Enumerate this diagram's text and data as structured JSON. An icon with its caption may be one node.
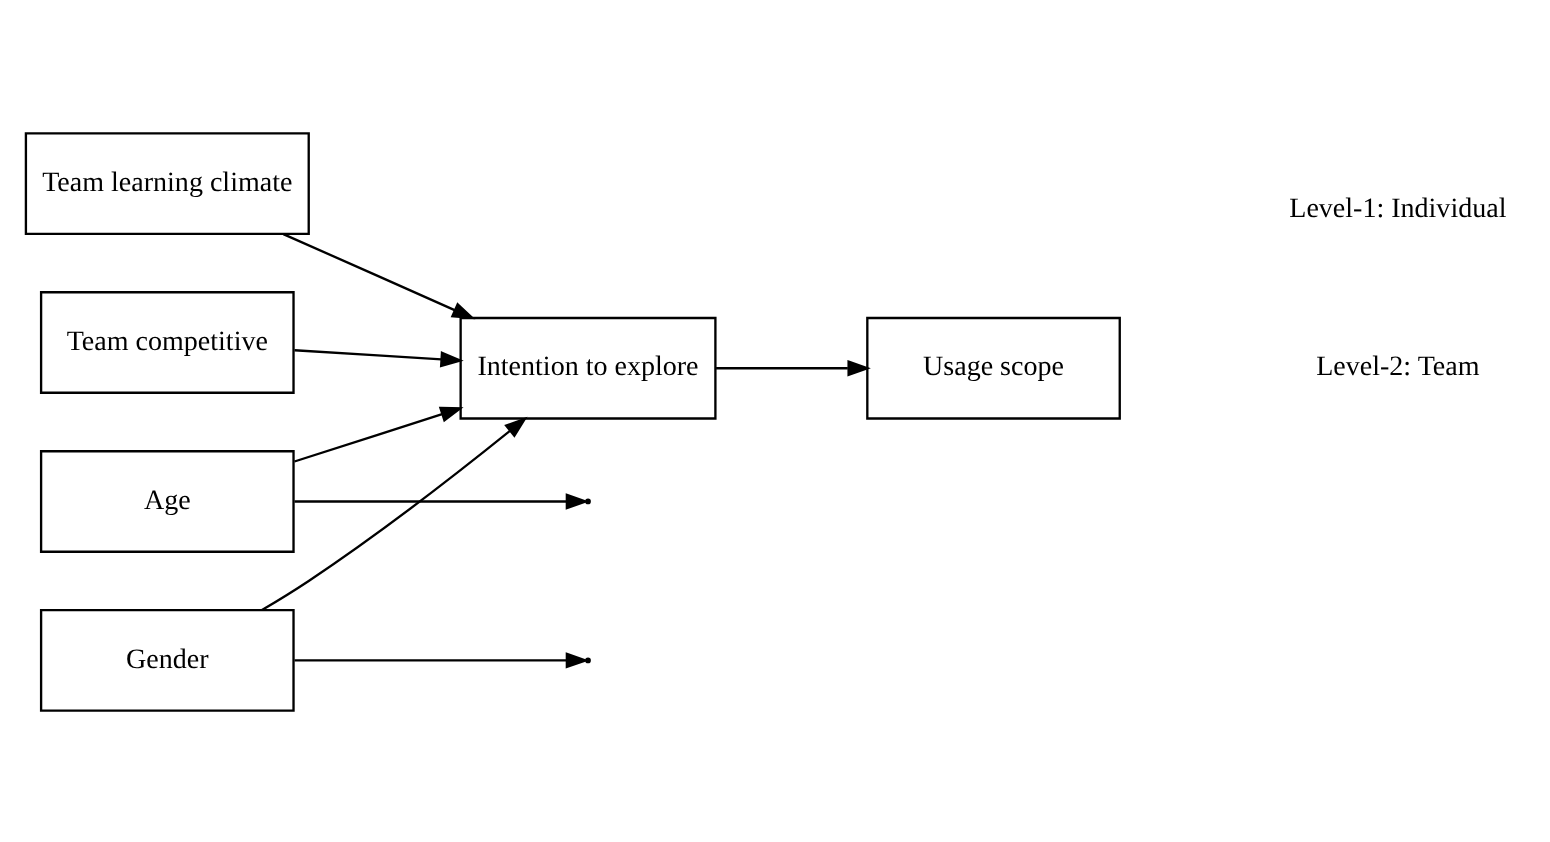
{
  "diagram": {
    "nodes": [
      {
        "text": [
          "Team learning climate"
        ]
      },
      {
        "text": [
          "Team competitive"
        ]
      },
      {
        "text": [
          "Age"
        ]
      },
      {
        "text": [
          "Gender"
        ]
      },
      {
        "text": [
          "Intention to explore"
        ]
      },
      {
        "text": [
          "Usage scope"
        ]
      }
    ],
    "edges": [
      {
        "from": 0,
        "to": 4,
        "arrow": "to"
      },
      {
        "from": 1,
        "to": 4,
        "arrow": "to"
      },
      {
        "from": 2,
        "to": 4,
        "arrow": "to"
      },
      {
        "from": 3,
        "to": 4,
        "arrow": "to"
      },
      {
        "from": 2,
        "to": null,
        "arrow": "to"
      },
      {
        "from": 3,
        "to": null,
        "arrow": "to"
      },
      {
        "from": 4,
        "to": 5,
        "arrow": "to"
      }
    ],
    "labels": [
      "Level-2: Team",
      "Level-1: Individual"
    ]
  }
}
